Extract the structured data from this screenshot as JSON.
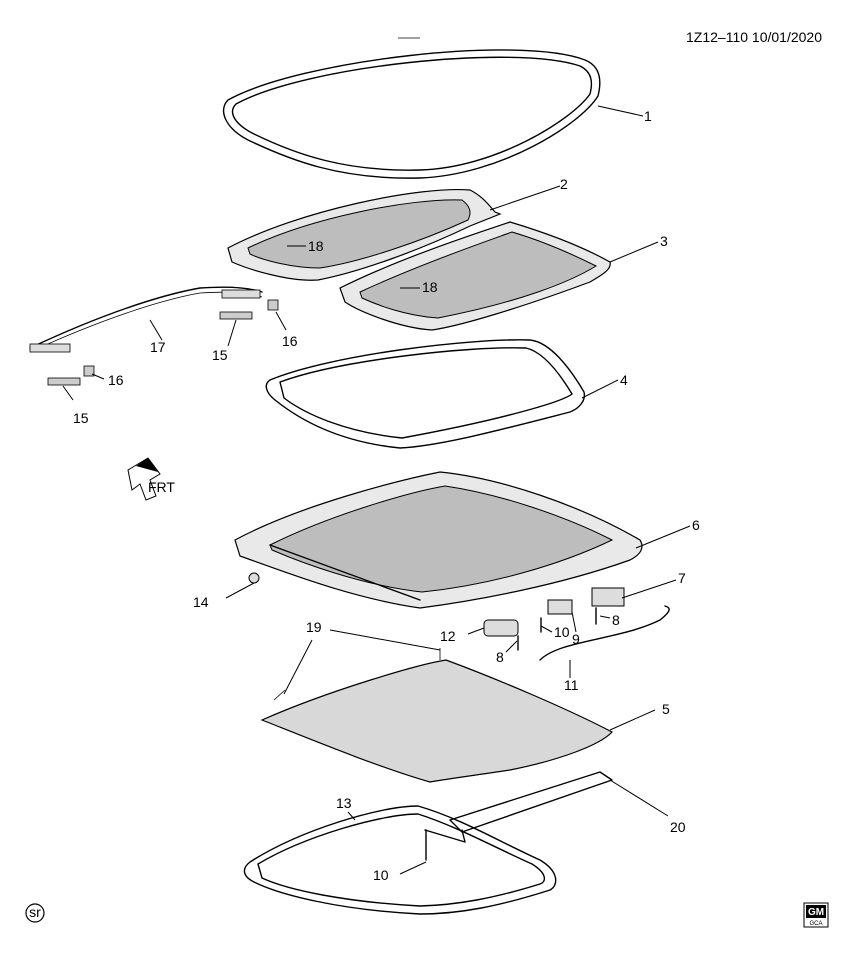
{
  "header": {
    "code": "1Z12–110 10/01/2020"
  },
  "orientation": {
    "front_label": "FRT",
    "icon": "front-arrow-icon"
  },
  "callouts": [
    "1",
    "2",
    "3",
    "4",
    "5",
    "6",
    "7",
    "8",
    "8",
    "9",
    "10",
    "10",
    "11",
    "12",
    "13",
    "14",
    "15",
    "15",
    "16",
    "16",
    "17",
    "18",
    "18",
    "19",
    "20"
  ],
  "badges": {
    "sr": "sr",
    "brand_top": "GM",
    "brand_bottom": "GCA"
  }
}
